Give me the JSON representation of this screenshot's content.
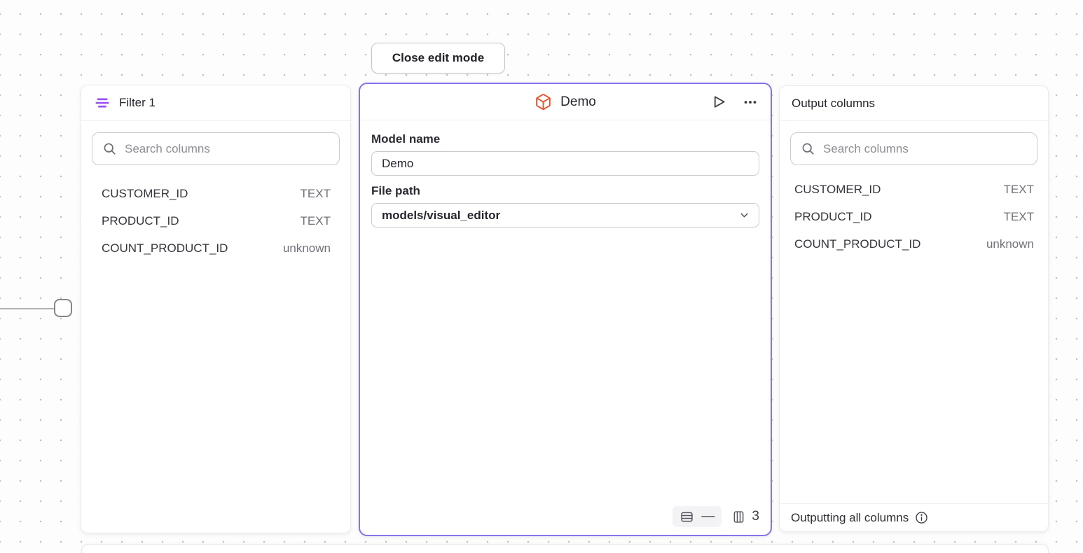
{
  "toolbar": {
    "close_edit_mode_label": "Close edit mode"
  },
  "filter_panel": {
    "title": "Filter 1",
    "search_placeholder": "Search columns",
    "columns": [
      {
        "name": "CUSTOMER_ID",
        "type": "TEXT"
      },
      {
        "name": "PRODUCT_ID",
        "type": "TEXT"
      },
      {
        "name": "COUNT_PRODUCT_ID",
        "type": "unknown"
      }
    ]
  },
  "model_panel": {
    "title": "Demo",
    "model_name_label": "Model name",
    "model_name_value": "Demo",
    "file_path_label": "File path",
    "file_path_value": "models/visual_editor",
    "row_count_display": "—",
    "column_count": "3"
  },
  "output_panel": {
    "title": "Output columns",
    "search_placeholder": "Search columns",
    "columns": [
      {
        "name": "CUSTOMER_ID",
        "type": "TEXT"
      },
      {
        "name": "PRODUCT_ID",
        "type": "TEXT"
      },
      {
        "name": "COUNT_PRODUCT_ID",
        "type": "unknown"
      }
    ],
    "footer_text": "Outputting all columns"
  },
  "icons": {
    "filter_panel_icon": "filter-lines",
    "model_icon": "cube-outline",
    "run_icon": "play",
    "menu_icon": "ellipsis",
    "search_icon": "magnifier",
    "file_path_icon": "chevron-down",
    "rows_icon": "table-rows",
    "columns_icon": "table-columns",
    "info_icon": "info-circle",
    "connector_handle": "rounded-square"
  },
  "colors": {
    "selection_border": "#8672ec",
    "filter_icon": "#9b4bf2",
    "model_icon": "#e8502b"
  }
}
